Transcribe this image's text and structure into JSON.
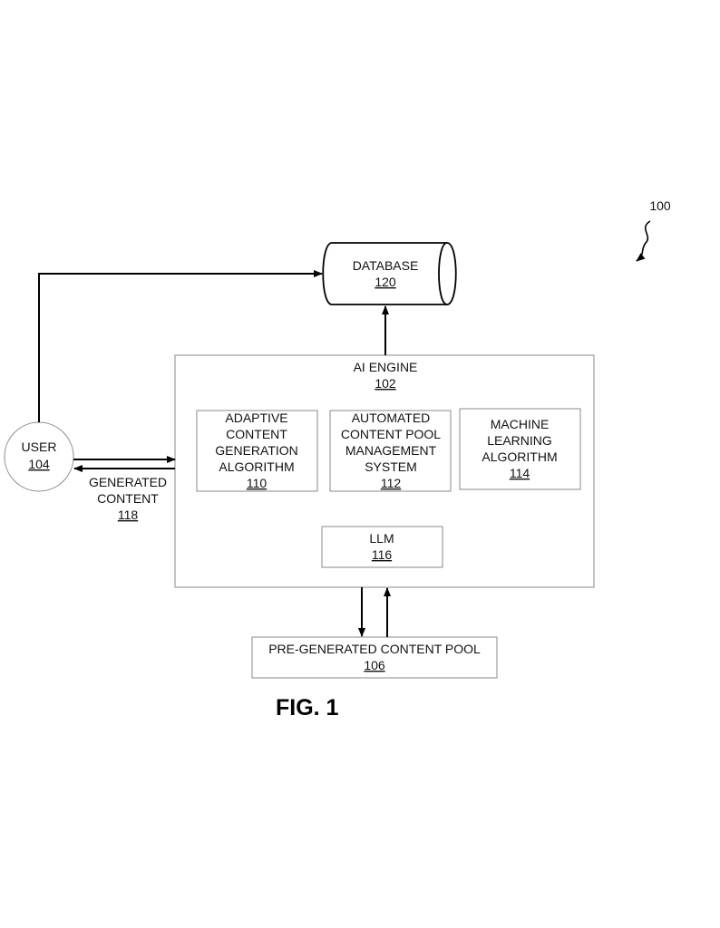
{
  "figure_label": "FIG. 1",
  "reference_numeral": "100",
  "database": {
    "title": "DATABASE",
    "ref": "120"
  },
  "ai_engine": {
    "title": "AI ENGINE",
    "ref": "102"
  },
  "adaptive": {
    "lines": [
      "ADAPTIVE",
      "CONTENT",
      "GENERATION",
      "ALGORITHM"
    ],
    "ref": "110"
  },
  "automated": {
    "lines": [
      "AUTOMATED",
      "CONTENT POOL",
      "MANAGEMENT",
      "SYSTEM"
    ],
    "ref": "112"
  },
  "machine": {
    "lines": [
      "MACHINE",
      "LEARNING",
      "ALGORITHM"
    ],
    "ref": "114"
  },
  "llm": {
    "title": "LLM",
    "ref": "116"
  },
  "user": {
    "title": "USER",
    "ref": "104"
  },
  "generated_content": {
    "lines": [
      "GENERATED",
      "CONTENT"
    ],
    "ref": "118"
  },
  "content_pool": {
    "title": "PRE-GENERATED CONTENT POOL",
    "ref": "106"
  }
}
